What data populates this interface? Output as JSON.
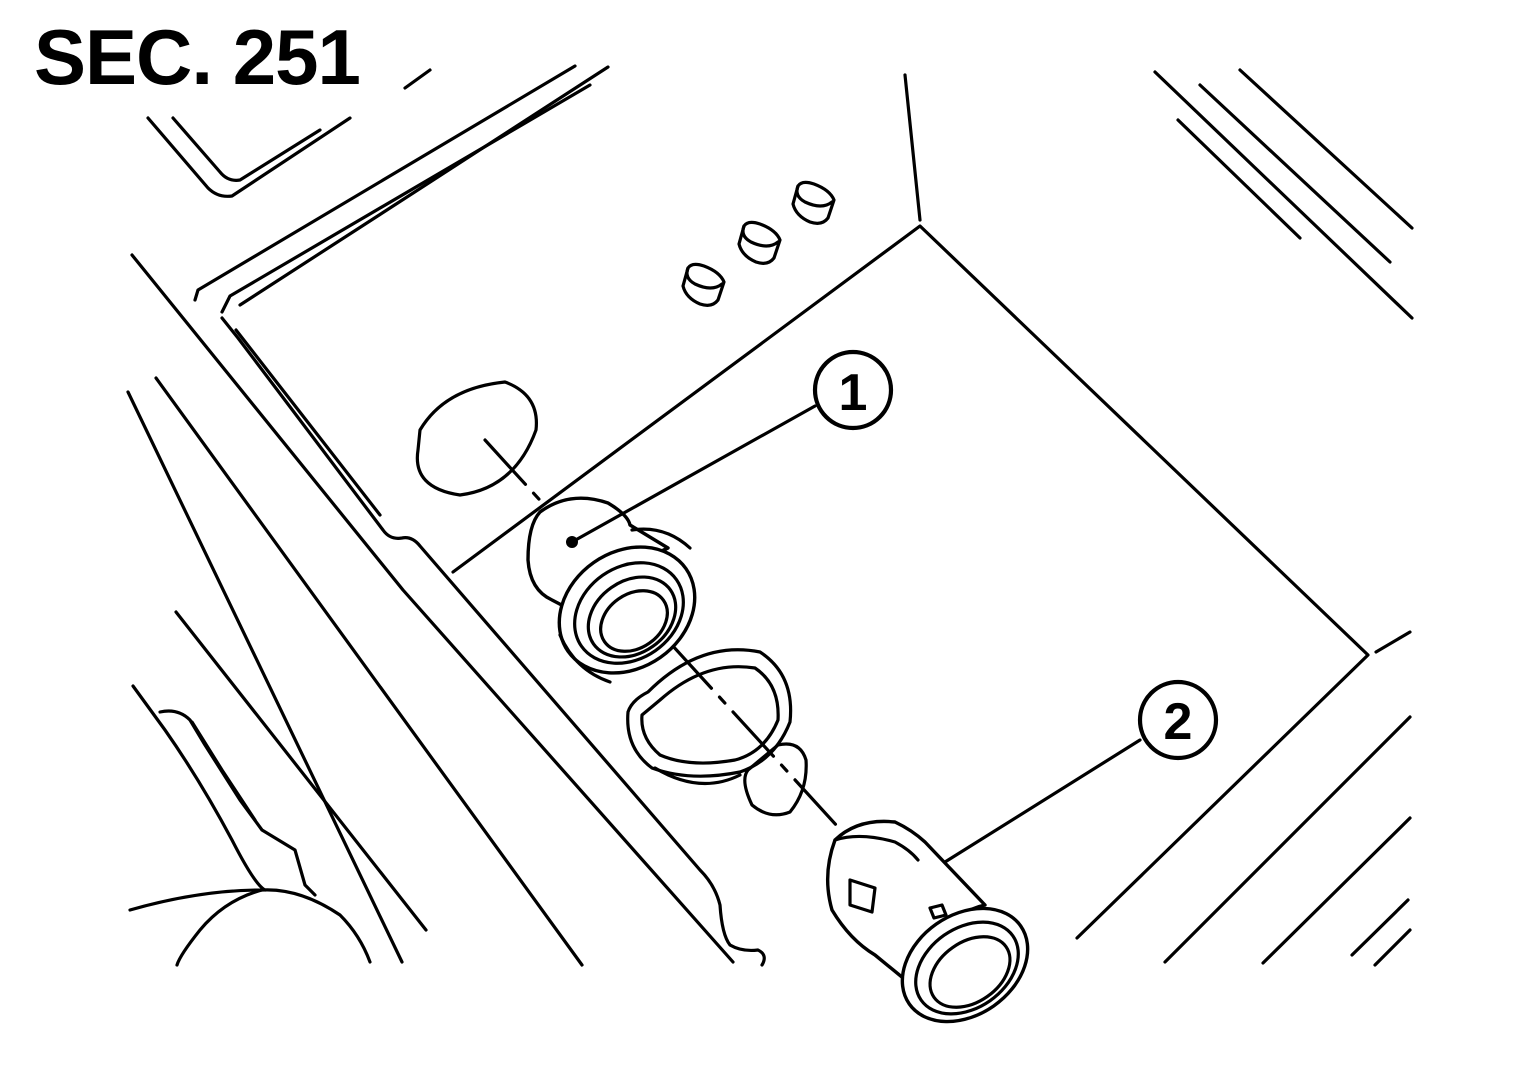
{
  "diagram": {
    "section_label": "SEC. 251",
    "callouts": [
      {
        "id": "1",
        "label": "1"
      },
      {
        "id": "2",
        "label": "2"
      }
    ]
  }
}
